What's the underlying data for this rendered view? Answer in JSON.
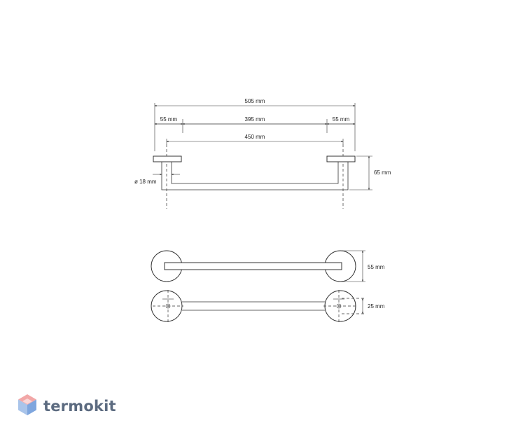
{
  "dimensions": {
    "total_width": "505 mm",
    "left_offset": "55 mm",
    "span_center": "395 mm",
    "right_offset": "55 mm",
    "bar_length": "450 mm",
    "height": "65 mm",
    "tube_diameter": "ø 18 mm",
    "flange_diameter": "55 mm",
    "bar_offset": "25 mm"
  },
  "brand": {
    "name": "termokit",
    "colors": {
      "text": "#5c6b80",
      "icon_top": "#f2a7a7",
      "icon_left": "#a9c4ea",
      "icon_right": "#7fa6de"
    }
  },
  "colors": {
    "line": "#333333",
    "background": "#ffffff"
  }
}
